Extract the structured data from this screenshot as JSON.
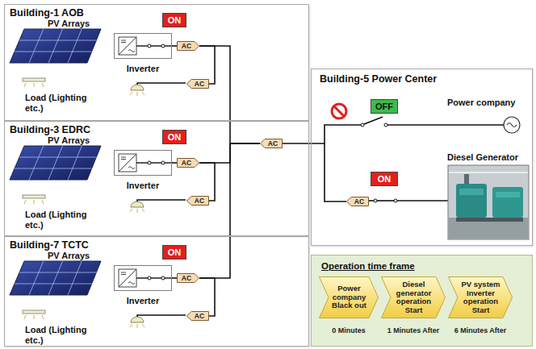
{
  "diagram": {
    "nodes": [
      {
        "text": [
          "Building-1 AOB",
          "PV Arrays",
          "Load (Lighting etc.)"
        ]
      },
      {
        "text": [
          "ON"
        ],
        "in": 0
      },
      {
        "text": [
          "Inverter"
        ],
        "in": 0
      },
      {
        "text": [
          "AC"
        ],
        "in": 0
      },
      {
        "text": [
          "AC"
        ],
        "in": 0
      },
      {
        "text": [
          "Building-3 EDRC",
          "PV Arrays",
          "Load (Lighting etc.)"
        ]
      },
      {
        "text": [
          "ON"
        ],
        "in": 5
      },
      {
        "text": [
          "Inverter"
        ],
        "in": 5
      },
      {
        "text": [
          "AC"
        ],
        "in": 5
      },
      {
        "text": [
          "AC"
        ],
        "in": 5
      },
      {
        "text": [
          "Building-7 TCTC",
          "PV Arrays",
          "Load (Lighting etc.)"
        ]
      },
      {
        "text": [
          "ON"
        ],
        "in": 10
      },
      {
        "text": [
          "Inverter"
        ],
        "in": 10
      },
      {
        "text": [
          "AC"
        ],
        "in": 10
      },
      {
        "text": [
          "AC"
        ],
        "in": 10
      },
      {
        "text": [
          "AC"
        ]
      },
      {
        "text": [
          "Building-5 Power Center",
          "Power company",
          "Diesel Generator"
        ]
      },
      {
        "text": [
          "OFF"
        ],
        "in": 16
      },
      {
        "text": [
          "ON"
        ],
        "in": 16
      },
      {
        "text": [
          "AC"
        ],
        "in": 16
      },
      {
        "text": [
          "Operation time frame"
        ]
      },
      {
        "text": [
          "Power company Black out",
          "0 Minutes"
        ],
        "in": 20
      },
      {
        "text": [
          "Diesel generator operation Start",
          "1 Minutes After"
        ],
        "in": 20
      },
      {
        "text": [
          "PV system Inverter operation Start",
          "6 Minutes After"
        ],
        "in": 20
      }
    ],
    "edges": [
      {
        "from": 2,
        "to": 3,
        "arrow": "none"
      },
      {
        "from": 3,
        "to": 4,
        "arrow": "none"
      },
      {
        "from": 3,
        "to": 15,
        "arrow": "none"
      },
      {
        "from": 7,
        "to": 8,
        "arrow": "none"
      },
      {
        "from": 8,
        "to": 9,
        "arrow": "none"
      },
      {
        "from": 8,
        "to": 15,
        "arrow": "none"
      },
      {
        "from": 12,
        "to": 13,
        "arrow": "none"
      },
      {
        "from": 13,
        "to": 14,
        "arrow": "none"
      },
      {
        "from": 13,
        "to": 15,
        "arrow": "none"
      },
      {
        "from": 15,
        "to": 19,
        "arrow": "none"
      }
    ]
  }
}
